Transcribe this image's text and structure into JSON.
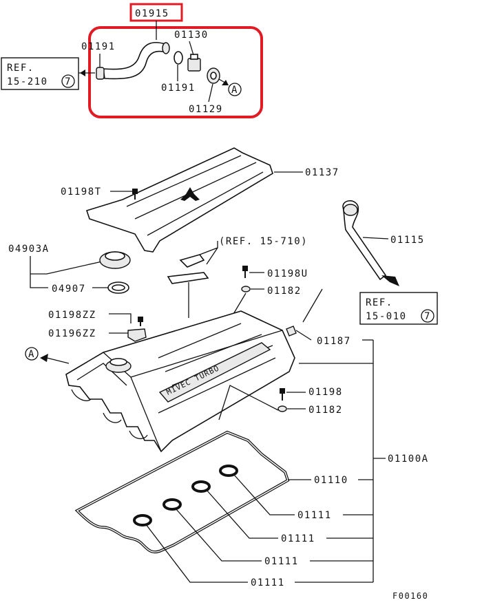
{
  "diagram_id": "F00160",
  "highlight_color": "#e01b24",
  "highlight_label": "01915",
  "part_labels": {
    "p01191_top": "01191",
    "p01130": "01130",
    "p01191_mid": "01191",
    "p01129": "01129",
    "p01137": "01137",
    "p01198T": "01198T",
    "p01115": "01115",
    "p04903A": "04903A",
    "p04907": "04907",
    "p01198U": "01198U",
    "p01182_top": "01182",
    "p01198ZZ": "01198ZZ",
    "p01196ZZ": "01196ZZ",
    "p01187": "01187",
    "p01198": "01198",
    "p01182_bot": "01182",
    "p01100A": "01100A",
    "p01110": "01110",
    "p01111_a": "01111",
    "p01111_b": "01111",
    "p01111_c": "01111",
    "p01111_d": "01111"
  },
  "ref_boxes": {
    "ref_left": {
      "line1": "REF.",
      "line2": "15-210",
      "circled": "7"
    },
    "ref_right": {
      "line1": "REF.",
      "line2": "15-010",
      "circled": "7"
    },
    "ref_inline": "(REF. 15-710)"
  },
  "connector_marks": {
    "top": "A",
    "left": "A"
  },
  "cover_text": "MIVEC TURBO"
}
